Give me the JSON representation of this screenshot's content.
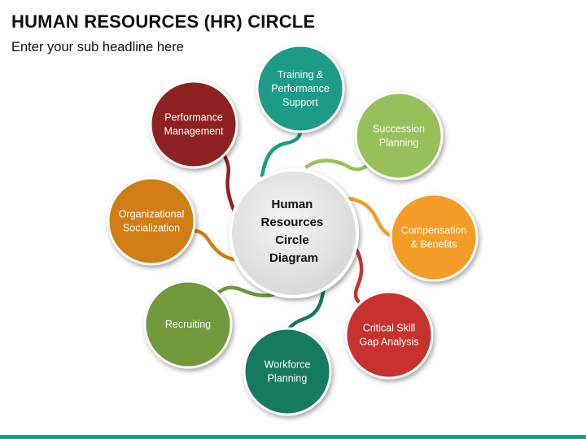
{
  "header": {
    "title": "HUMAN RESOURCES (HR) CIRCLE",
    "subtitle": "Enter your sub headline here"
  },
  "center": {
    "lines": [
      "Human",
      "Resources",
      "Circle",
      "Diagram"
    ]
  },
  "nodes": [
    {
      "id": "training-performance-support",
      "lines": [
        "Training &",
        "Performance",
        "Support"
      ],
      "color": "#1a9c87"
    },
    {
      "id": "succession-planning",
      "lines": [
        "Succession",
        "Planning"
      ],
      "color": "#98c05a"
    },
    {
      "id": "compensation-benefits",
      "lines": [
        "Compensation",
        "& Benefits"
      ],
      "color": "#f39c26"
    },
    {
      "id": "critical-skill-gap-analysis",
      "lines": [
        "Critical Skill",
        "Gap Analysis"
      ],
      "color": "#c8322e"
    },
    {
      "id": "workforce-planning",
      "lines": [
        "Workforce",
        "Planning"
      ],
      "color": "#137a5f"
    },
    {
      "id": "recruiting",
      "lines": [
        "Recruiting"
      ],
      "color": "#6f9a3a"
    },
    {
      "id": "organizational-socialization",
      "lines": [
        "Organizational",
        "Socialization"
      ],
      "color": "#d07d14"
    },
    {
      "id": "performance-management",
      "lines": [
        "Performance",
        "Management"
      ],
      "color": "#8e2222"
    }
  ],
  "accent_color": "#1a9c87"
}
